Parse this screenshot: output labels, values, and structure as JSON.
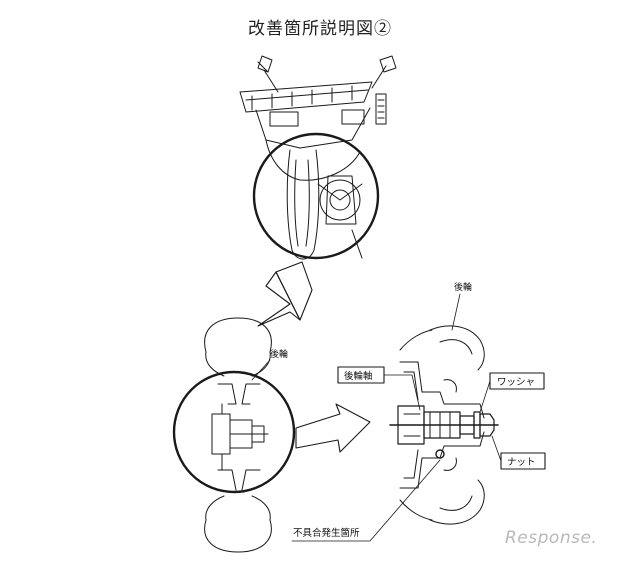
{
  "title": "改善箇所説明図②",
  "labels": {
    "rear_wheel_small": "後輪",
    "rear_wheel_large": "後輪",
    "rear_axle": "後輪軸",
    "washer": "ワッシャ",
    "nut": "ナット",
    "defect_location": "不具合発生箇所"
  },
  "watermark": "Response."
}
